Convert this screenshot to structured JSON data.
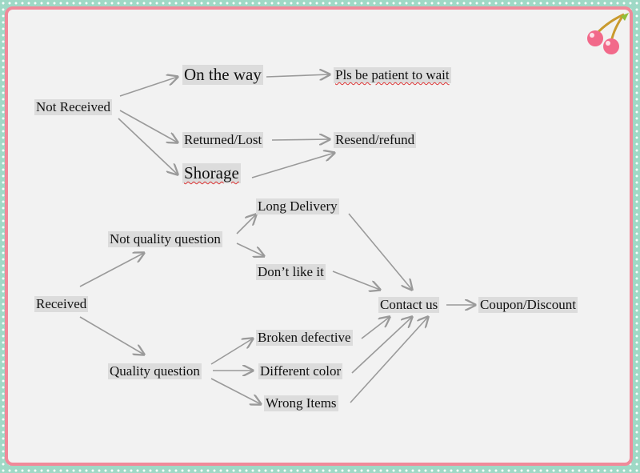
{
  "nodes": {
    "not_received": "Not Received",
    "on_the_way": "On the way",
    "pls_wait": "Pls be patient to wait",
    "returned_lost": "Returned/Lost",
    "resend_refund": "Resend/refund",
    "shorage": "Shorage",
    "received": "Received",
    "not_quality_question": "Not quality question",
    "long_delivery": "Long Delivery",
    "dont_like_it": "Don’t like it",
    "contact_us": "Contact us",
    "coupon_discount": "Coupon/Discount",
    "quality_question": "Quality question",
    "broken_defective": "Broken defective",
    "different_color": "Different color",
    "wrong_items": "Wrong Items"
  },
  "decoration": {
    "icon": "cherry-icon"
  },
  "colors": {
    "arrow": "#9a9a9a",
    "node_bg": "#dcdcdc",
    "frame_border": "#f08a9a",
    "page_bg": "#9fd9c6"
  }
}
